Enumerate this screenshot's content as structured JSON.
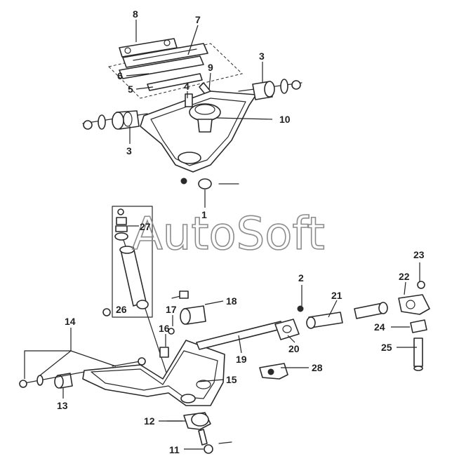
{
  "diagram": {
    "watermark": "AutoSoft",
    "callouts": [
      "8",
      "7",
      "6",
      "9",
      "3",
      "4",
      "5",
      "10",
      "3",
      "1",
      "27",
      "26",
      "23",
      "22",
      "2",
      "21",
      "18",
      "17",
      "16",
      "14",
      "20",
      "24",
      "25",
      "19",
      "28",
      "15",
      "13",
      "12",
      "11"
    ]
  }
}
